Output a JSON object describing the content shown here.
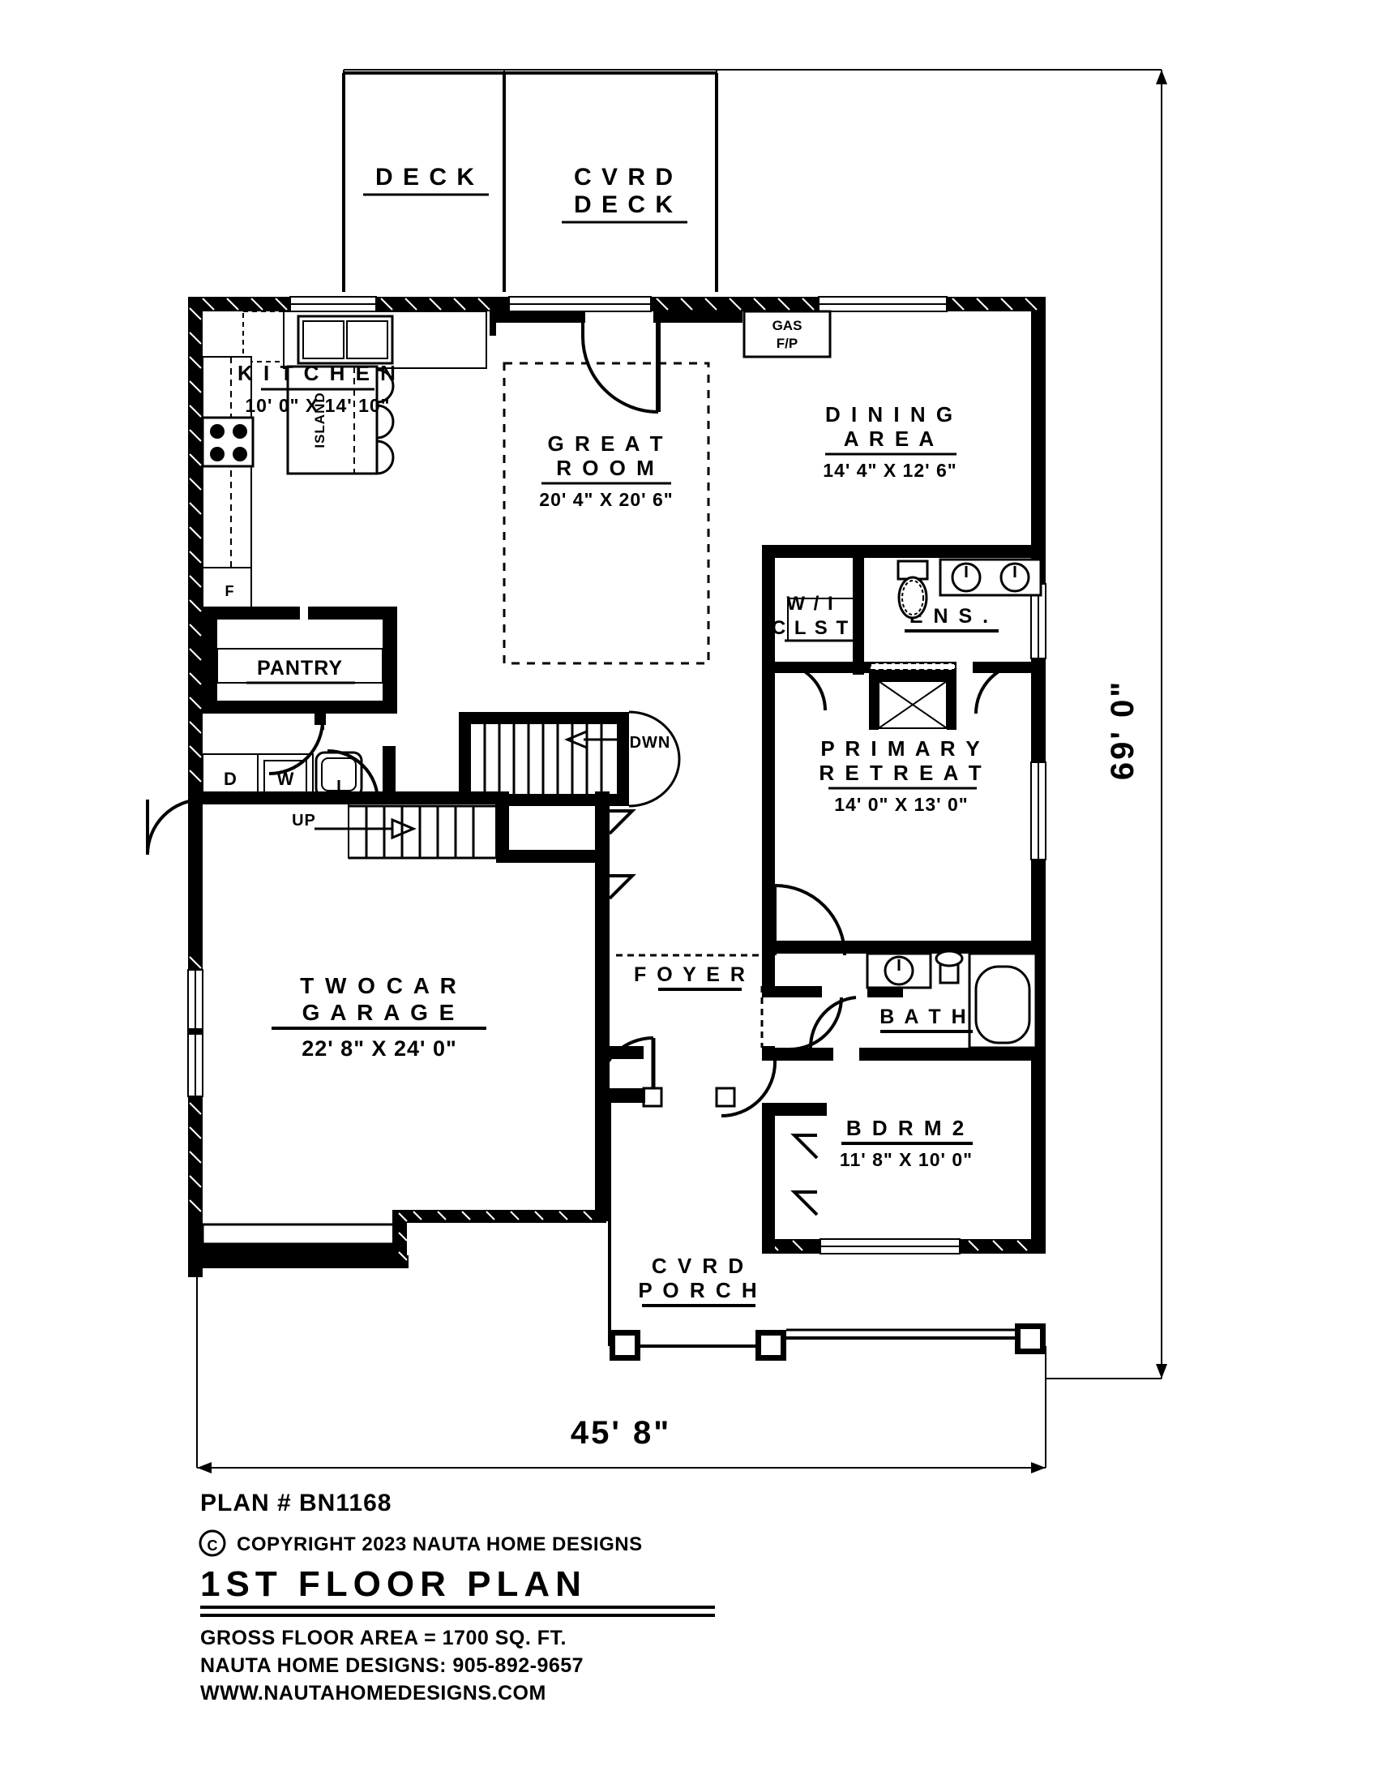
{
  "plan": {
    "title": "1ST  FLOOR  PLAN",
    "plan_number": "PLAN # BN1168",
    "copyright": "COPYRIGHT 2023 NAUTA HOME DESIGNS",
    "copyright_symbol": "C",
    "gross_floor_area": "GROSS  FLOOR AREA  =  1700  SQ. FT.",
    "company_phone": "NAUTA HOME DESIGNS: 905-892-9657",
    "website": "WWW.NAUTAHOMEDESIGNS.COM"
  },
  "dimensions": {
    "width_overall": "45' 8\"",
    "height_overall": "69' 0\""
  },
  "rooms": [
    {
      "id": "deck",
      "name": "D E C K",
      "size": ""
    },
    {
      "id": "cvrd-deck",
      "name": "C V R D",
      "name2": "D E C K",
      "size": ""
    },
    {
      "id": "kitchen",
      "name": "K I T C H E N",
      "size": "10' 0\" X 14' 10\""
    },
    {
      "id": "great-room",
      "name": "G R E A T",
      "name2": "R O O M",
      "size": "20' 4\" X 20' 6\""
    },
    {
      "id": "dining-area",
      "name": "D I N I N G",
      "name2": "A R E A",
      "size": "14' 4\" X 12' 6\""
    },
    {
      "id": "primary-retreat",
      "name": "P R I M A R Y",
      "name2": "R E T R E A T",
      "size": "14' 0\" X 13' 0\""
    },
    {
      "id": "two-car-garage",
      "name": "T W O   C A R",
      "name2": "G A R A G E",
      "size": "22' 8\" X 24' 0\""
    },
    {
      "id": "bdrm-2",
      "name": "B D R M   2",
      "size": "11' 8\" X 10' 0\""
    },
    {
      "id": "wi-clst",
      "name": "W / I",
      "name2": "C L S T",
      "size": ""
    },
    {
      "id": "ens",
      "name": "E N S .",
      "size": ""
    },
    {
      "id": "bath",
      "name": "B A T H",
      "size": ""
    },
    {
      "id": "foyer",
      "name": "F O Y E R",
      "size": ""
    },
    {
      "id": "pantry",
      "name": "PANTRY",
      "size": ""
    },
    {
      "id": "cvrd-porch",
      "name": "C V R D",
      "name2": "P O R C H",
      "size": ""
    }
  ],
  "annotations": {
    "island": "ISLAND",
    "gas_fp_line1": "GAS",
    "gas_fp_line2": "F/P",
    "stair_down": "DWN",
    "stair_up": "UP",
    "dryer": "D",
    "washer": "W",
    "fridge": "F"
  },
  "colors": {
    "ink": "#000000",
    "paper": "#ffffff"
  }
}
